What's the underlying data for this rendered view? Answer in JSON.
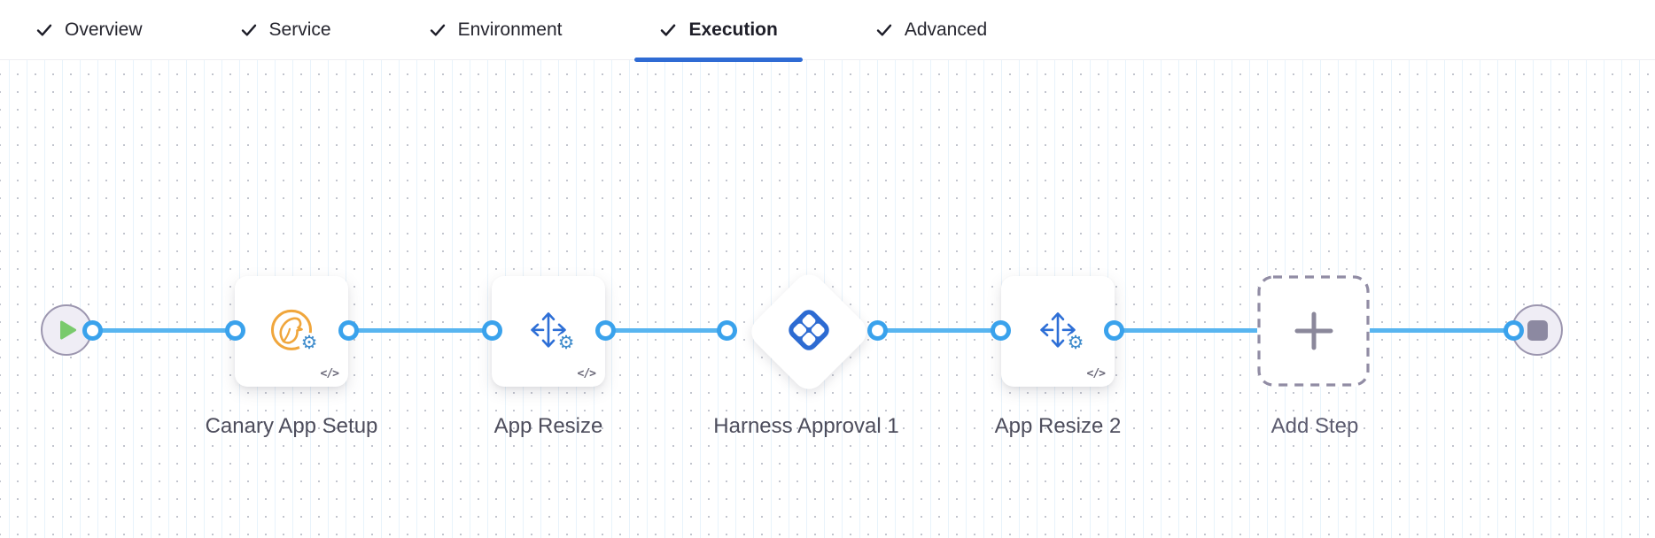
{
  "tabs": {
    "items": [
      {
        "label": "Overview",
        "checked": true,
        "active": false
      },
      {
        "label": "Service",
        "checked": true,
        "active": false
      },
      {
        "label": "Environment",
        "checked": true,
        "active": false
      },
      {
        "label": "Execution",
        "checked": true,
        "active": true
      },
      {
        "label": "Advanced",
        "checked": true,
        "active": false
      }
    ]
  },
  "pipeline": {
    "start_node": {
      "icon": "play-icon"
    },
    "end_node": {
      "icon": "stop-icon"
    },
    "steps": [
      {
        "label": "Canary App Setup",
        "icon": "canary-bird-icon",
        "code_badge": "</>"
      },
      {
        "label": "App Resize",
        "icon": "resize-arrows-icon",
        "code_badge": "</>"
      },
      {
        "label": "Harness Approval 1",
        "icon": "harness-approval-icon"
      },
      {
        "label": "App Resize 2",
        "icon": "resize-arrows-icon",
        "code_badge": "</>"
      }
    ],
    "add_step": {
      "label": "Add Step",
      "icon": "plus-icon"
    },
    "gear_badge_glyph": "⚙"
  },
  "colors": {
    "edge_blue": "#58b5f0",
    "port_ring_blue": "#3aa2ec",
    "active_tab_underline": "#2f6bd4",
    "harness_logo_blue": "#2d6bd2",
    "resize_arrow_blue": "#2e6fd6",
    "canary_orange": "#f0a63c",
    "play_green": "#79ca6c",
    "stop_gray": "#8c89a1",
    "terminal_fill": "#efedf5",
    "terminal_border": "#9c96af",
    "label_text": "#4d4d5c"
  }
}
